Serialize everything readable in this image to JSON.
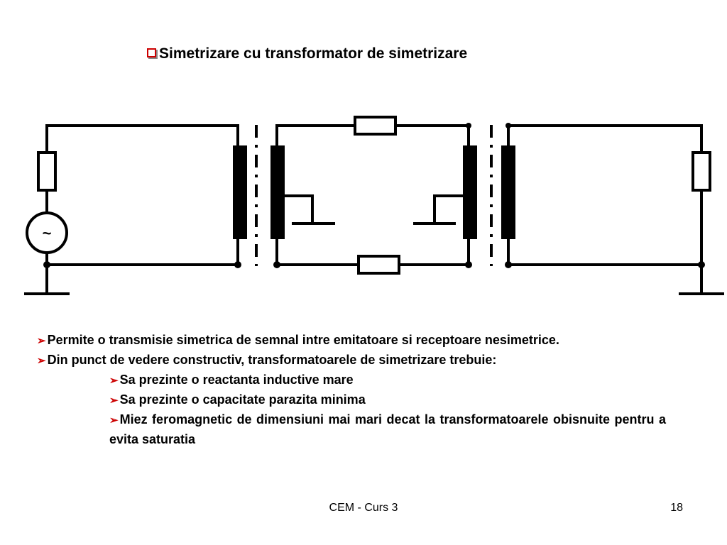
{
  "title": {
    "text": "Simetrizare cu transformator de simetrizare",
    "bullet_icon": "checkbox-bullet-icon",
    "bullet_color": "#cc0000"
  },
  "circuit": {
    "source_symbol": "~"
  },
  "bullets": [
    {
      "text": "Permite o transmisie simetrica de semnal intre emitatoare si receptoare nesimetrice."
    },
    {
      "text": "Din punct de vedere constructiv, transformatoarele de simetrizare trebuie:"
    },
    {
      "text": "Sa prezinte o reactanta inductive mare"
    },
    {
      "text": "Sa prezinte o capacitate parazita minima"
    },
    {
      "text": "Miez feromagnetic de dimensiuni mai mari decat la transformatoarele obisnuite pentru a evita saturatia"
    }
  ],
  "bullet_arrow": {
    "glyph": "➢",
    "color": "#cc0000"
  },
  "footer": {
    "center": "CEM - Curs 3",
    "page": "18"
  }
}
